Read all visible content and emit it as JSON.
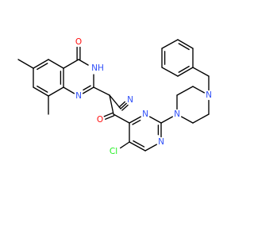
{
  "structure": {
    "kind": "chemical-structure",
    "atom_labels": [
      {
        "id": "o-carbonyl-top",
        "text": "O",
        "color": "#ff0d0d"
      },
      {
        "id": "nh",
        "text": "NH",
        "color": "#3050f8"
      },
      {
        "id": "n-quinazoline",
        "text": "N",
        "color": "#3050f8"
      },
      {
        "id": "n-nitrile",
        "text": "N",
        "color": "#3050f8"
      },
      {
        "id": "o-ketone",
        "text": "O",
        "color": "#ff0d0d"
      },
      {
        "id": "n-pyrimidine-upper",
        "text": "N",
        "color": "#3050f8"
      },
      {
        "id": "n-pyrimidine-lower",
        "text": "N",
        "color": "#3050f8"
      },
      {
        "id": "n-piperazine-1",
        "text": "N",
        "color": "#3050f8"
      },
      {
        "id": "n-piperazine-4",
        "text": "N",
        "color": "#3050f8"
      },
      {
        "id": "cl",
        "text": "Cl",
        "color": "#1ff01f"
      }
    ],
    "bond_color": "#000000"
  }
}
